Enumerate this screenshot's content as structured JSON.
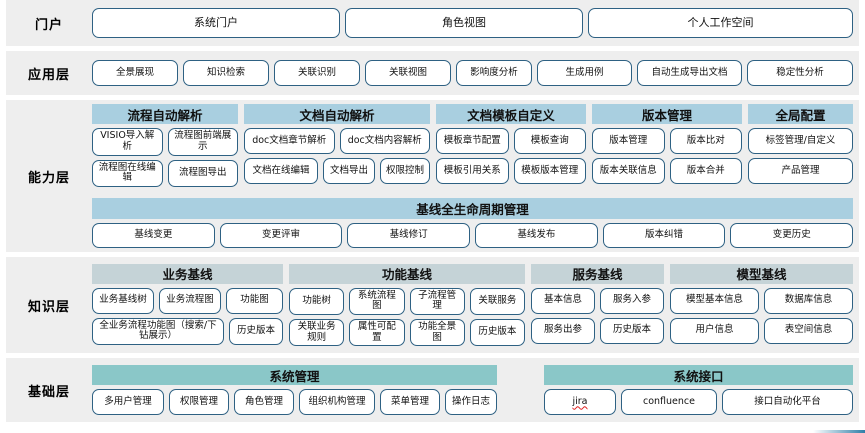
{
  "layers": [
    {
      "id": "portal",
      "label": "门户",
      "buttons": [
        "系统门户",
        "角色视图",
        "个人工作空间"
      ]
    },
    {
      "id": "application",
      "label": "应用层",
      "buttons": [
        "全景展现",
        "知识检索",
        "关联识别",
        "关联视图",
        "影响度分析",
        "生成用例",
        "自动生成导出文档",
        "稳定性分析"
      ]
    },
    {
      "id": "capability",
      "label": "能力层",
      "groups": [
        {
          "header": "流程自动解析",
          "row1": [
            "VISIO导入解析",
            "流程图前端展示"
          ],
          "row2": [
            "流程图在线编辑",
            "流程图导出"
          ]
        },
        {
          "header": "文档自动解析",
          "row1": [
            "doc文档章节解析",
            "doc文档内容解析"
          ],
          "row2": [
            "文档在线编辑",
            "文档导出",
            "权限控制"
          ]
        },
        {
          "header": "文档模板自定义",
          "row1": [
            "模板章节配置",
            "模板查询"
          ],
          "row2": [
            "模板引用关系",
            "模板版本管理"
          ]
        },
        {
          "header": "版本管理",
          "row1": [
            "版本管理",
            "版本比对"
          ],
          "row2": [
            "版本关联信息",
            "版本合并"
          ]
        },
        {
          "header": "全局配置",
          "row1": [
            "标签管理/自定义"
          ],
          "row2": [
            "产品管理"
          ]
        }
      ],
      "lifecycle": {
        "header": "基线全生命周期管理",
        "buttons": [
          "基线变更",
          "变更评审",
          "基线修订",
          "基线发布",
          "版本纠错",
          "变更历史"
        ]
      }
    },
    {
      "id": "knowledge",
      "label": "知识层",
      "groups": [
        {
          "header": "业务基线",
          "row1": [
            "业务基线树",
            "业务流程图",
            "功能图"
          ],
          "row2": [
            "全业务流程功能图（搜索/下钻展示）",
            "历史版本"
          ]
        },
        {
          "header": "功能基线",
          "row1": [
            "功能树",
            "系统流程图",
            "子流程管理",
            "关联服务"
          ],
          "row2": [
            "关联业务规则",
            "属性可配置",
            "功能全景图",
            "历史版本"
          ]
        },
        {
          "header": "服务基线",
          "row1": [
            "基本信息",
            "服务入参"
          ],
          "row2": [
            "服务出参",
            "历史版本"
          ]
        },
        {
          "header": "模型基线",
          "row1": [
            "模型基本信息",
            "数据库信息"
          ],
          "row2": [
            "用户信息",
            "表空间信息"
          ]
        }
      ]
    },
    {
      "id": "foundation",
      "label": "基础层",
      "groups": [
        {
          "header": "系统管理",
          "row1": [
            "多用户管理",
            "权限管理",
            "角色管理",
            "组织机构管理",
            "菜单管理",
            "操作日志"
          ]
        },
        {
          "header": "系统接口",
          "row1": [
            "jira",
            "confluence",
            "接口自动化平台"
          ]
        }
      ]
    }
  ],
  "colors": {
    "band": "#eeeeee",
    "header_blue": "#a9cfe0",
    "header_grayblue": "#c5d3d7",
    "header_teal": "#8ac7c8",
    "pill_border": "#2e6183",
    "pill_fill": "#ffffff",
    "spellcheck_underline": "#e02020"
  }
}
